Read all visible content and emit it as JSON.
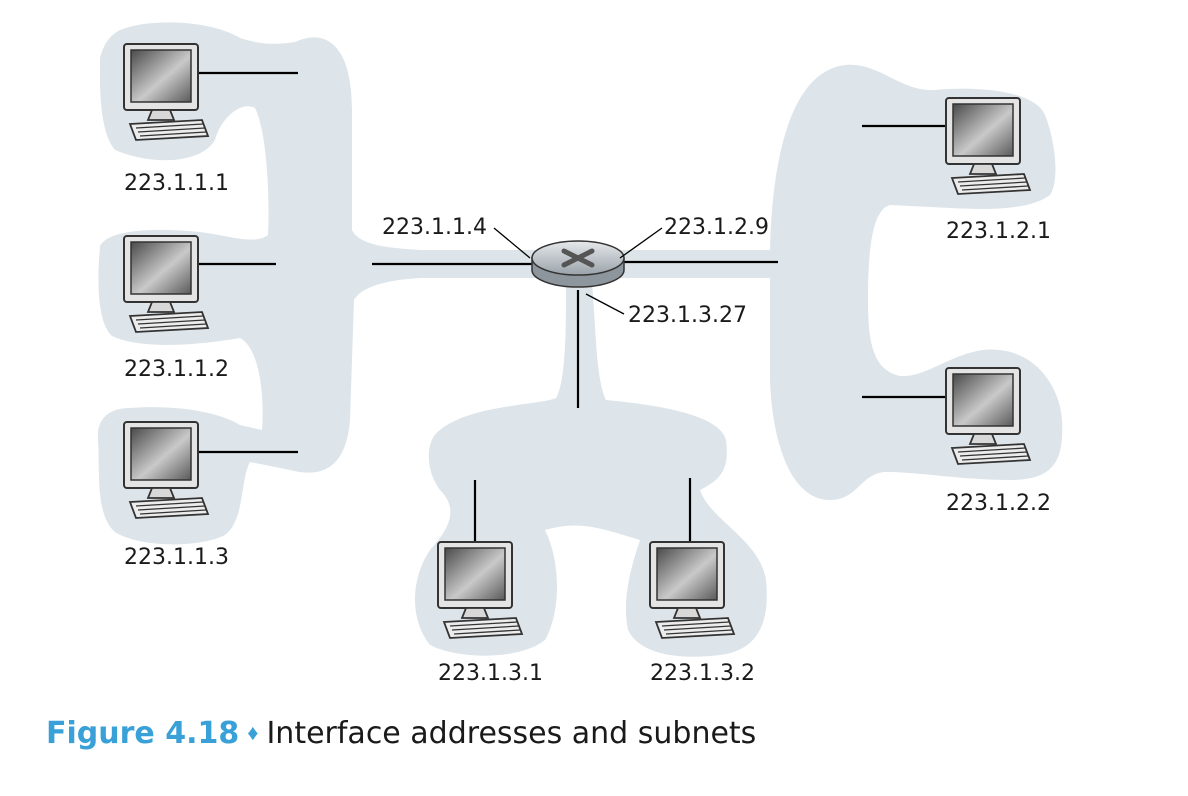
{
  "hosts": {
    "h1": "223.1.1.1",
    "h2": "223.1.1.2",
    "h3": "223.1.1.3",
    "h4": "223.1.2.1",
    "h5": "223.1.2.2",
    "h6": "223.1.3.1",
    "h7": "223.1.3.2"
  },
  "router_interfaces": {
    "if1": "223.1.1.4",
    "if2": "223.1.2.9",
    "if3": "223.1.3.27"
  },
  "caption": {
    "figure": "Figure 4.18",
    "separator": "♦",
    "text": "Interface addresses and subnets"
  },
  "colors": {
    "subnet_fill": "#dde5ea",
    "caption_accent": "#3aa0d8"
  }
}
